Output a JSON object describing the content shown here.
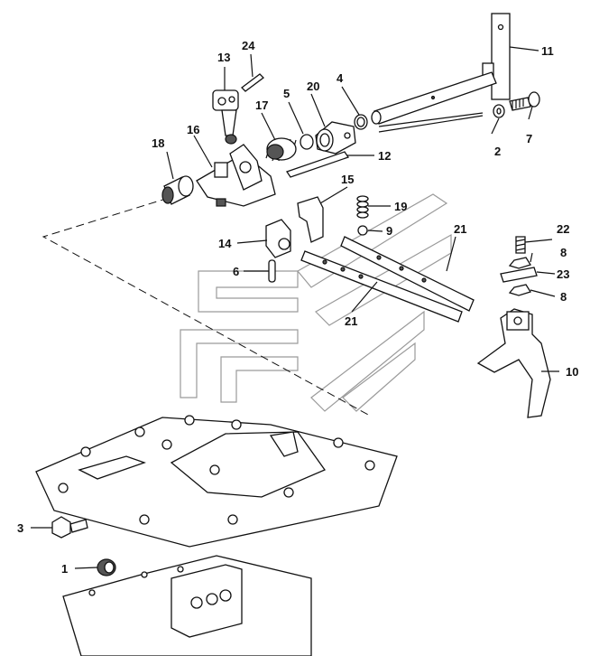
{
  "callouts": {
    "c1": "1",
    "c2": "2",
    "c3": "3",
    "c4": "4",
    "c5": "5",
    "c6": "6",
    "c7": "7",
    "c8a": "8",
    "c8b": "8",
    "c9": "9",
    "c10": "10",
    "c11": "11",
    "c12": "12",
    "c13": "13",
    "c14": "14",
    "c15": "15",
    "c16": "16",
    "c17": "17",
    "c18": "18",
    "c19": "19",
    "c20": "20",
    "c21a": "21",
    "c21b": "21",
    "c22": "22",
    "c23": "23",
    "c24": "24"
  },
  "colors": {
    "line": "#111111",
    "watermark": "#9a9a9a",
    "background": "#ffffff"
  }
}
